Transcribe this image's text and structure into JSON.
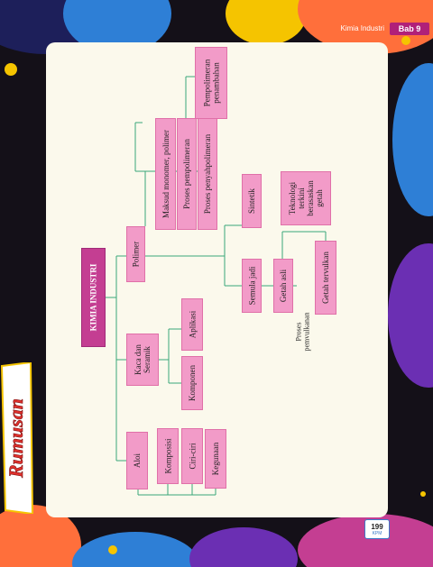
{
  "header": {
    "chapter_title": "Kimia Industri",
    "chapter_badge": "Bab 9"
  },
  "side_title": "Rumusan",
  "concept_map": {
    "root": "KIMIA INDUSTRI",
    "branches": {
      "aloi": "Aloi",
      "kaca_seramik": "Kaca dan Seramik",
      "polimer": "Polimer"
    },
    "aloi_children": [
      "Komposisi",
      "Ciri-ciri",
      "Kegunaan"
    ],
    "kaca_children": [
      "Komponen",
      "Aplikasi"
    ],
    "polimer_children": [
      "Maksud monomer, polimer",
      "Proses pempolimeran",
      "Proses penyahpolimeran"
    ],
    "pempolimeran_tambahan": "Pempolimeran penambahan",
    "polimer_types": {
      "semula_jadi": "Semula jadi",
      "sintetik": "Sintetik"
    },
    "getah_asli": "Getah asli",
    "getah_tervulkan": "Getah tervulkan",
    "teknologi": "Teknologi terkini berasaskan getah",
    "proses_pemvulkanan": "Proses pemvulkanan"
  },
  "footer": {
    "page_number": "199",
    "publisher": "KPM"
  },
  "colors": {
    "node_pink": "#f29bc8",
    "root_magenta": "#c43e92",
    "line_green": "#3aa77a",
    "card_bg": "#fbf9ec"
  }
}
